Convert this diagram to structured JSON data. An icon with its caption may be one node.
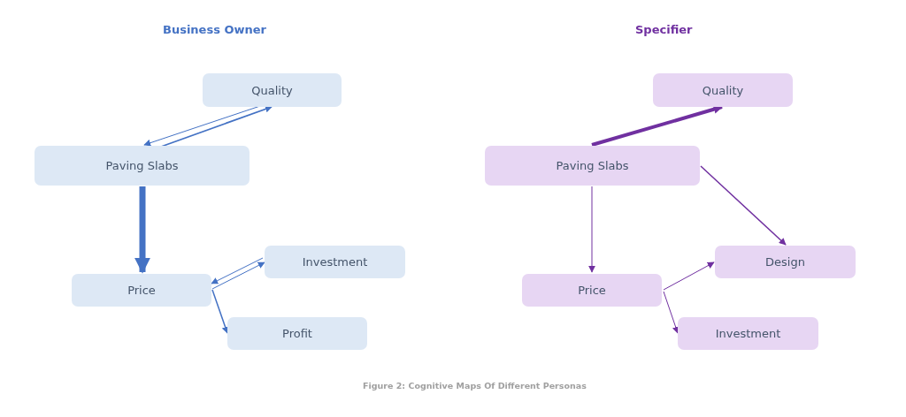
{
  "diagram": {
    "caption": "Figure 2: Cognitive Maps Of Different Personas",
    "nodes": [
      {
        "text": [
          "Quality"
        ]
      },
      {
        "text": [
          "Paving Slabs"
        ]
      },
      {
        "text": [
          "Price"
        ]
      },
      {
        "text": [
          "Investment"
        ]
      },
      {
        "text": [
          "Profit"
        ]
      },
      {
        "text": [
          "Quality"
        ]
      },
      {
        "text": [
          "Paving Slabs"
        ]
      },
      {
        "text": [
          "Price"
        ]
      },
      {
        "text": [
          "Design"
        ]
      },
      {
        "text": [
          "Investment"
        ]
      }
    ],
    "edges": [
      {
        "from": 0,
        "to": 1,
        "arrow": "to",
        "color": "#4472c4"
      },
      {
        "from": 1,
        "to": 0,
        "arrow": "to",
        "color": "#4472c4"
      },
      {
        "from": 1,
        "to": 2,
        "arrow": "to",
        "style": "thick",
        "color": "#4472c4"
      },
      {
        "from": 3,
        "to": 2,
        "arrow": "to",
        "color": "#4472c4"
      },
      {
        "from": 2,
        "to": 3,
        "arrow": "to",
        "color": "#4472c4"
      },
      {
        "from": 2,
        "to": 4,
        "arrow": "to",
        "color": "#4472c4"
      },
      {
        "from": 6,
        "to": 5,
        "arrow": "to",
        "style": "thick",
        "color": "#7030a0"
      },
      {
        "from": 6,
        "to": 7,
        "arrow": "to",
        "color": "#7030a0"
      },
      {
        "from": 6,
        "to": 8,
        "arrow": "to",
        "color": "#7030a0"
      },
      {
        "from": 7,
        "to": 8,
        "arrow": "to",
        "color": "#7030a0"
      },
      {
        "from": 7,
        "to": 9,
        "arrow": "to",
        "color": "#7030a0"
      }
    ],
    "labels": [
      "Business Owner",
      "Specifier"
    ]
  }
}
